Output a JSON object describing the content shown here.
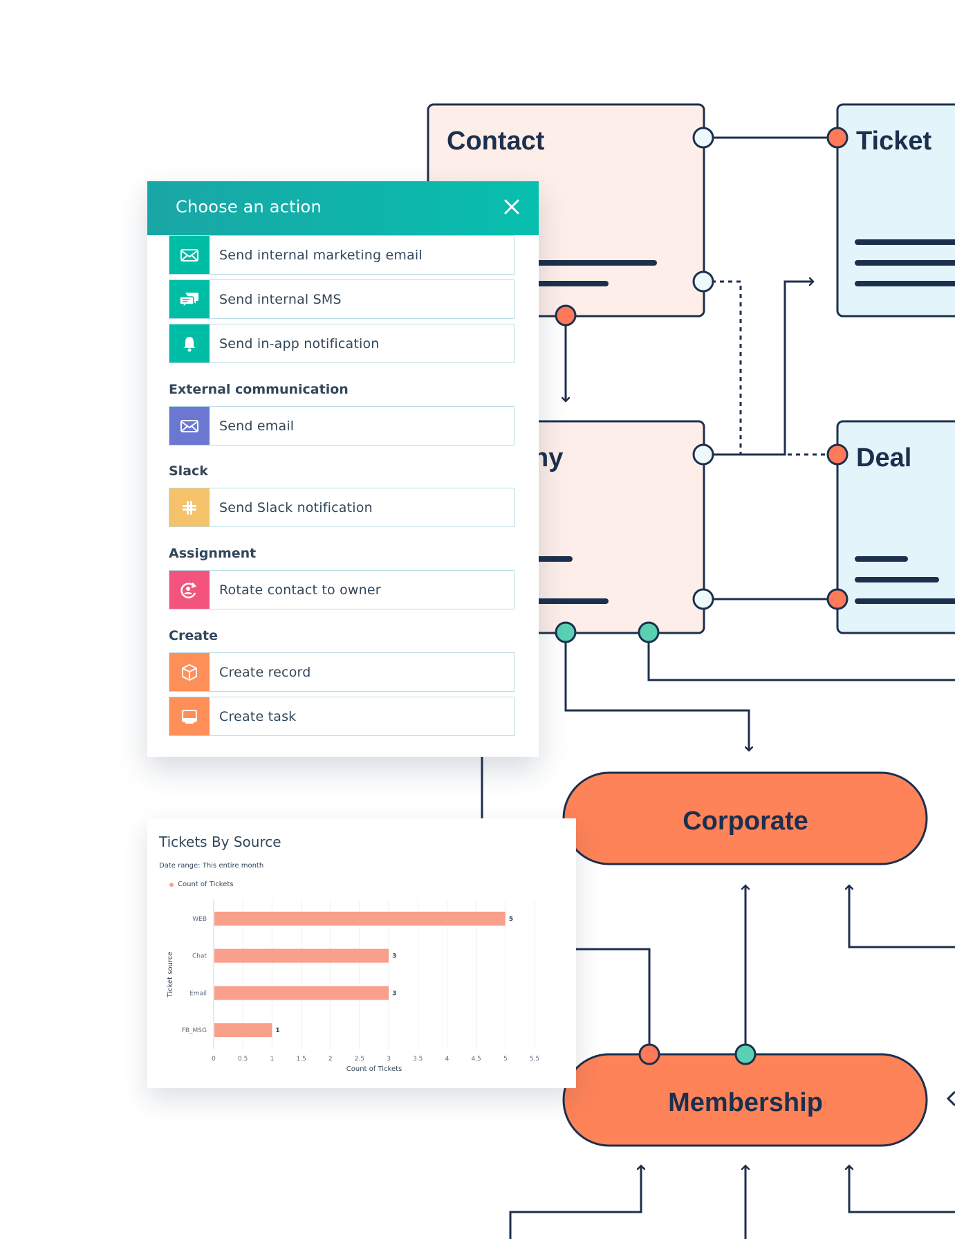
{
  "diagram": {
    "nodes": {
      "contact": "Contact",
      "ticket": "Ticket",
      "company_partial": "ny",
      "deal": "Deal",
      "corporate": "Corporate",
      "membership": "Membership"
    },
    "colors": {
      "navy": "#1c2f4d",
      "card_pink": "#fdeee9",
      "card_blue": "#e3f5fb",
      "orange": "#ff7a59",
      "teal": "#5ad1b3",
      "white_dot": "#eef9fc"
    }
  },
  "action_panel": {
    "title": "Choose an action",
    "close_icon": "close-icon",
    "items": [
      {
        "label": "Send internal marketing email",
        "icon": "envelope-icon",
        "color": "#00bda5"
      },
      {
        "label": "Send internal SMS",
        "icon": "chat-bubbles-icon",
        "color": "#00bda5"
      },
      {
        "label": "Send in-app notification",
        "icon": "bell-icon",
        "color": "#00bda5"
      }
    ],
    "sections": [
      {
        "label": "External communication",
        "items": [
          {
            "label": "Send email",
            "icon": "envelope-icon",
            "color": "#6a78d1"
          }
        ]
      },
      {
        "label": "Slack",
        "items": [
          {
            "label": "Send Slack notification",
            "icon": "slack-icon",
            "color": "#f5c26b"
          }
        ]
      },
      {
        "label": "Assignment",
        "items": [
          {
            "label": "Rotate contact to owner",
            "icon": "rotate-user-icon",
            "color": "#f2547d"
          }
        ]
      },
      {
        "label": "Create",
        "items": [
          {
            "label": "Create record",
            "icon": "cube-icon",
            "color": "#ff8f59"
          },
          {
            "label": "Create task",
            "icon": "task-icon",
            "color": "#ff8f59"
          }
        ]
      }
    ]
  },
  "report": {
    "title": "Tickets By Source",
    "date_range": "Date range: This entire month",
    "legend": "Count of Tickets",
    "bar_color": "#f8a08b"
  },
  "chart_data": {
    "type": "bar",
    "orientation": "horizontal",
    "categories": [
      "WEB",
      "Chat",
      "Email",
      "FB_MSG"
    ],
    "series": [
      {
        "name": "Count of Tickets",
        "values": [
          5,
          3,
          3,
          1
        ]
      }
    ],
    "data_labels": [
      "5",
      "3",
      "3",
      "1"
    ],
    "xlabel": "Count of Tickets",
    "ylabel": "Ticket source",
    "xlim": [
      0,
      5.5
    ],
    "xticks": [
      "0",
      "0.5",
      "1",
      "1.5",
      "2",
      "2.5",
      "3",
      "3.5",
      "4",
      "4.5",
      "5",
      "5.5"
    ],
    "grid": true,
    "legend_position": "top-left"
  }
}
